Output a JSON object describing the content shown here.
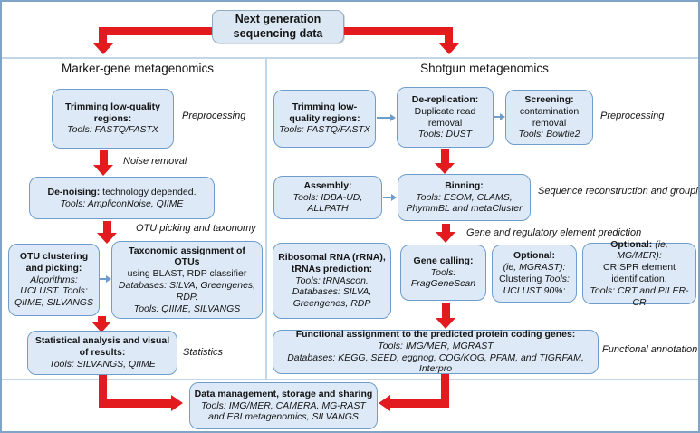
{
  "colors": {
    "red": "#e31b1f",
    "box_fill": "#dde9f6",
    "box_border": "#6f9dcb",
    "frame": "#7fa4c8",
    "divider": "#c2d6e8"
  },
  "top": {
    "title": "Next generation sequencing data"
  },
  "marker": {
    "title": "Marker-gene metagenomics",
    "trimming": {
      "title": "Trimming low-quality regions:",
      "tools": "Tools: FASTQ/FASTX"
    },
    "preprocessing_label": "Preprocessing",
    "noise_label": "Noise removal",
    "denoising": {
      "title": "De-noising:",
      "rest": " technology depended.",
      "tools": "Tools: AmpliconNoise, QIIME"
    },
    "otu_label": "OTU picking and taxonomy",
    "otu": {
      "title": "OTU clustering and picking:",
      "body": "Algorithms: UCLUST. Tools: QIIME, SILVANGS"
    },
    "taxonomic": {
      "title": "Taxonomic assignment of OTUs",
      "line2": "using BLAST, RDP classifier",
      "databases": "Databases: SILVA, Greengenes, RDP.",
      "tools": "Tools: QIIME, SILVANGS"
    },
    "stats": {
      "title": "Statistical analysis and visual of results:",
      "tools": "Tools: SILVANGS, QIIME"
    },
    "statistics_label": "Statistics"
  },
  "shotgun": {
    "title": "Shotgun metagenomics",
    "trimming": {
      "title": "Trimming low-quality regions:",
      "tools": "Tools: FASTQ/FASTX"
    },
    "dereplication": {
      "title": "De-replication:",
      "body": "Duplicate read removal",
      "tools": "Tools: DUST"
    },
    "screening": {
      "title": "Screening:",
      "body": "contamination removal",
      "tools": "Tools: Bowtie2"
    },
    "preprocessing_label": "Preprocessing",
    "assembly": {
      "title": "Assembly:",
      "tools": "Tools: IDBA-UD, ALLPATH"
    },
    "binning": {
      "title": "Binning:",
      "tools": "Tools: ESOM, CLAMS, PhymmBL and metaCluster"
    },
    "seq_label": "Sequence reconstruction and grouping",
    "gene_label": "Gene and regulatory element prediction",
    "ribosomal": {
      "title": "Ribosomal RNA (rRNA), tRNAs prediction:",
      "tools": "Tools: tRNAscon.",
      "databases": "Databases: SILVA, Greengenes, RDP"
    },
    "genecalling": {
      "title": "Gene calling:",
      "tools": "Tools:",
      "tool_name": "FragGeneScan"
    },
    "optional1": {
      "title": "Optional:",
      "line2": "(ie, MGRAST):",
      "line3_a": "Clustering ",
      "line3_b": "Tools:",
      "line4": "UCLUST 90%:"
    },
    "optional2": {
      "title": "Optional:",
      "title_suffix": " (ie, MG/MER):",
      "line2": "CRISPR element identification.",
      "tools": "Tools: CRT and PILER-CR"
    },
    "functional": {
      "title": "Functional assignment to the predicted protein coding genes:",
      "tools": "Tools: IMG/MER, MGRAST",
      "databases": "Databases: KEGG, SEED, eggnog, COG/KOG, PFAM, and TIGRFAM, Interpro"
    },
    "functional_label": "Functional annotation"
  },
  "bottom": {
    "datamgmt": {
      "title": "Data management, storage and sharing",
      "tools_line1": "Tools: IMG/MER, CAMERA, MG-RAST",
      "tools_line2": "and EBI metagenomics, SILVANGS"
    }
  }
}
